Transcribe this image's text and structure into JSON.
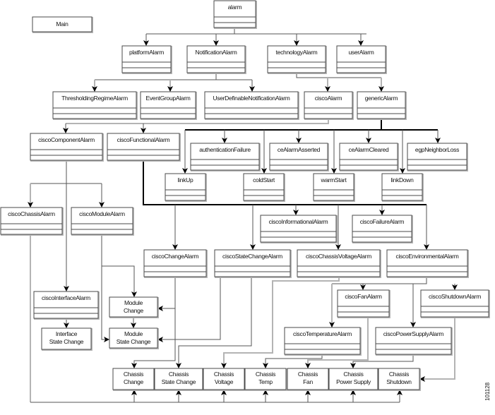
{
  "figure_id": "101128",
  "main_label": "Main",
  "classes": {
    "alarm": "alarm",
    "platformAlarm": "platformAlarm",
    "NotificationAlarm": "NotificationAlarm",
    "technologyAlarm": "technologyAlarm",
    "userAlarm": "userAlarm",
    "ThresholdingRegimeAlarm": "ThresholdingRegimeAlarm",
    "EventGroupAlarm": "EventGroupAlarm",
    "UserDefinableNotificationAlarm": "UserDefinableNotificationAlarm",
    "ciscoAlarm": "ciscoAlarm",
    "genericAlarm": "genericAlarm",
    "ciscoComponentAlarm": "ciscoComponentAlarm",
    "ciscoFunctionalAlarm": "ciscoFunctionalAlarm",
    "authenticationFailure": "authenticationFailure",
    "ceAlarmAsserted": "ceAlarmAsserted",
    "ceAlarmCleared": "ceAlarmCleared",
    "egpNeighborLoss": "egpNeighborLoss",
    "linkUp": "linkUp",
    "coldStart": "coldStart",
    "warmStart": "warmStart",
    "linkDown": "linkDown",
    "ciscoChassisAlarm": "ciscoChassisAlarm",
    "ciscoModuleAlarm": "ciscoModuleAlarm",
    "ciscoInformationalAlarm": "ciscoInformationalAlarm",
    "ciscoFailureAlarm": "ciscoFailureAlarm",
    "ciscoChangeAlarm": "ciscoChangeAlarm",
    "ciscoStateChangeAlarm": "ciscoStateChangeAlarm",
    "ciscoChassisVoltageAlarm": "ciscoChassisVoltageAlarm",
    "ciscoEnvironmentalAlarm": "ciscoEnvironmentalAlarm",
    "ciscoInterfaceAlarm": "ciscoInterfaceAlarm",
    "ciscoFanAlarm": "ciscoFanAlarm",
    "ciscoShutdownAlarm": "ciscoShutdownAlarm",
    "ciscoTemperatureAlarm": "ciscoTemperatureAlarm",
    "ciscoPowerSupplyAlarm": "ciscoPowerSupplyAlarm"
  },
  "events": {
    "moduleChange": [
      "Module",
      "Change"
    ],
    "moduleStateChange": [
      "Module",
      "State Change"
    ],
    "interfaceStateChange": [
      "Interface",
      "State Change"
    ],
    "chassisChange": [
      "Chassis",
      "Change"
    ],
    "chassisStateChange": [
      "Chassis",
      "State Change"
    ],
    "chassisVoltage": [
      "Chassis",
      "Voltage"
    ],
    "chassisTemp": [
      "Chassis",
      "Temp"
    ],
    "chassisFan": [
      "Chassis",
      "Fan"
    ],
    "chassisPowerSupply": [
      "Chassis",
      "Power Supply"
    ],
    "chassisShutdown": [
      "Chassis",
      "Shutdown"
    ]
  }
}
